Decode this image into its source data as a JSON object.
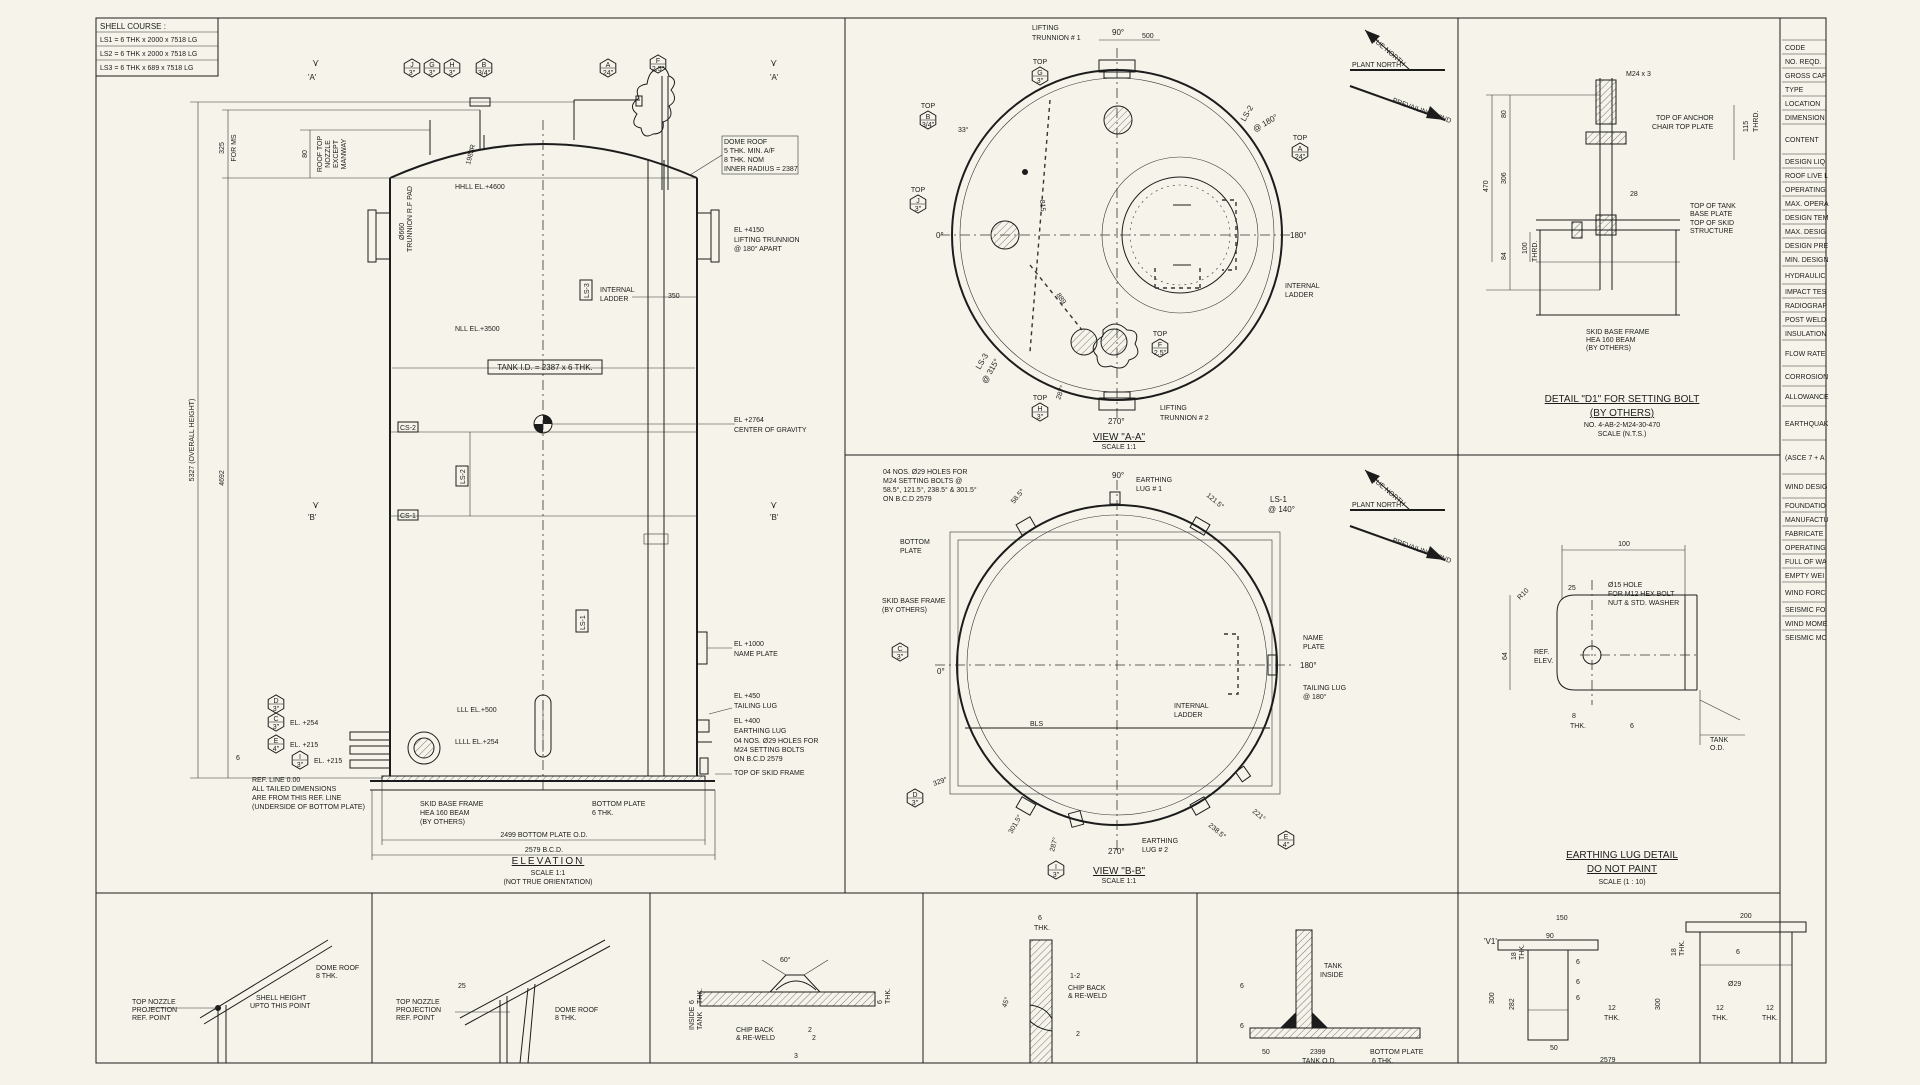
{
  "shell_course": {
    "title": "SHELL COURSE :",
    "rows": [
      "LS1 = 6 THK x 2000 x 7518 LG",
      "LS2 = 6 THK x 2000 x 7518 LG",
      "LS3 = 6 THK x 689 x 7518 LG"
    ]
  },
  "elevation": {
    "title": "ELEVATION",
    "scale": "SCALE 1:1",
    "note": "(NOT TRUE ORIENTATION)",
    "section_a": "'A'",
    "section_b": "'B'",
    "nozzle_tags": [
      "J\n3\"",
      "G\n3\"",
      "H\n3\"",
      "B\n3/4\"",
      "A\n24\"",
      "F\n2.5\""
    ],
    "dome_roof": [
      "DOME ROOF",
      "5 THK. MIN. A/F",
      "8 THK. NOM",
      "INNER RADIUS = 2387"
    ],
    "hhll": "HHLL EL.+4600",
    "nll": "NLL EL.+3500",
    "lll": "LLL EL.+500",
    "llll": "LLLL EL.+254",
    "tank_id": "TANK I.D. = 2387 x 6 THK.",
    "trunnion_left": "Ø660",
    "trunnion_left_sub": "TRUNNION R.F PAD",
    "lifting_trunnion": [
      "EL +4150",
      "LIFTING TRUNNION",
      "@ 180° APART"
    ],
    "internal_ladder": [
      "INTERNAL",
      "LADDER"
    ],
    "dim_350": "350",
    "cog": [
      "EL +2764",
      "CENTER OF GRAVITY"
    ],
    "name_plate": [
      "EL +1000",
      "NAME PLATE"
    ],
    "tailing_lug": [
      "EL +450",
      "TAILING LUG"
    ],
    "earthing_lug": [
      "EL +400",
      "EARTHING LUG"
    ],
    "holes_note": [
      "04 NOS. Ø29 HOLES FOR",
      "M24 SETTING BOLTS",
      "ON B.C.D 2579"
    ],
    "top_skid": "TOP OF SKID FRAME",
    "ref_line": [
      "REF. LINE 0.00",
      "ALL TAILED DIMENSIONS",
      "ARE FROM THIS REF. LINE",
      "(UNDERSIDE OF BOTTOM PLATE)"
    ],
    "skid_base": [
      "SKID BASE FRAME",
      "HEA 160 BEAM",
      "(BY OTHERS)"
    ],
    "bottom_plate": [
      "BOTTOM PLATE",
      "6 THK."
    ],
    "dim_bottom": "2499 BOTTOM PLATE O.D.",
    "dim_bcd": "2579 B.C.D.",
    "dim_overall": "5327 (OVERALL HEIGHT)",
    "dim_4692": "4692",
    "dim_325": "325",
    "dim_325_sub": "FOR MS",
    "dim_80": "80",
    "roof_top_note": [
      "ROOF TOP",
      "NOZZLE",
      "EXCEPT",
      "MANWAY"
    ],
    "roof_r": "1983R",
    "nozzle_left": [
      {
        "tag": "D\n3\"",
        "label": ""
      },
      {
        "tag": "C\n3\"",
        "label": "EL. +254"
      },
      {
        "tag": "E\n4\"",
        "label": "EL. +215"
      },
      {
        "tag": "I\n3\"",
        "label": "EL. +215"
      }
    ],
    "ls_tags": [
      "LS-3",
      "LS-2",
      "LS-1"
    ],
    "cs_tags": [
      "CS-2",
      "CS-1"
    ],
    "dim_6": "6"
  },
  "view_aa": {
    "title": "VIEW \"A-A\"",
    "scale": "SCALE 1:1",
    "lifting1": [
      "LIFTING",
      "TRUNNION # 1"
    ],
    "lifting2": [
      "LIFTING",
      "TRUNNION # 2"
    ],
    "deg_90": "90°",
    "deg_0": "0°",
    "deg_180": "180°",
    "deg_270": "270°",
    "dim_500": "500",
    "ls2": "LS-2",
    "ls2_deg": "@ 180°",
    "ls3": "LS-3",
    "ls3_deg": "@ 315°",
    "internal_ladder": [
      "INTERNAL",
      "LADDER"
    ],
    "plant_north": "PLANT NORTH",
    "true_north": "TRUE NORTH",
    "prevailing": "PREVAILING WIND",
    "tags": [
      {
        "t": "TOP",
        "n": "G\n3\""
      },
      {
        "t": "TOP",
        "n": "B\n3/4\""
      },
      {
        "t": "TOP",
        "n": "J\n3\""
      },
      {
        "t": "TOP",
        "n": "A\n24\""
      },
      {
        "t": "TOP",
        "n": "F\n2.5\""
      },
      {
        "t": "TOP",
        "n": "H\n3\""
      }
    ],
    "angle_33": "33°",
    "angle_287": "287°",
    "dim_815": "815",
    "dim_889": "889"
  },
  "view_bb": {
    "title": "VIEW \"B-B\"",
    "scale": "SCALE 1:1",
    "holes_note": [
      "04 NOS. Ø29 HOLES FOR",
      "M24 SETTING BOLTS @",
      "58.5°, 121.5°, 238.5° & 301.5°",
      "ON B.C.D 2579"
    ],
    "bottom_plate": [
      "BOTTOM",
      "PLATE"
    ],
    "skid_base": [
      "SKID BASE FRAME",
      "(BY OTHERS)"
    ],
    "earthing1": [
      "EARTHING",
      "LUG # 1"
    ],
    "earthing2": [
      "EARTHING",
      "LUG # 2"
    ],
    "ls1": "LS-1",
    "ls1_deg": "@ 140°",
    "name_plate": [
      "NAME",
      "PLATE"
    ],
    "tailing": [
      "TAILING LUG",
      "@ 180°"
    ],
    "internal_ladder": [
      "INTERNAL",
      "LADDER"
    ],
    "bls": "BLS",
    "deg_90": "90°",
    "deg_0": "0°",
    "deg_180": "180°",
    "deg_270": "270°",
    "angles": [
      "58.5°",
      "121.5°",
      "329°",
      "301.5°",
      "287°",
      "238.5°",
      "221°"
    ],
    "plant_north": "PLANT NORTH",
    "true_north": "TRUE NORTH",
    "prevailing": "PREVAILING WIND"
  },
  "detail_d1": {
    "title": "DETAIL \"D1\" FOR SETTING BOLT",
    "subtitle": "(BY OTHERS)",
    "no": "NO. 4-AB-2-M24-30-470",
    "scale": "SCALE (N.T.S.)",
    "m24": "M24 x 3",
    "anchor": [
      "TOP OF ANCHOR",
      "CHAIR TOP PLATE"
    ],
    "tank_base": [
      "TOP OF TANK",
      "BASE PLATE"
    ],
    "skid_top": [
      "TOP OF SKID",
      "STRUCTURE"
    ],
    "skid_base": [
      "SKID BASE FRAME",
      "HEA 160 BEAM",
      "(BY OTHERS)"
    ],
    "dims": [
      "80",
      "306",
      "84",
      "470",
      "100",
      "115",
      "THRD.",
      "28",
      "THRD."
    ]
  },
  "earthing_detail": {
    "title": "EARTHING LUG DETAIL",
    "subtitle": "DO NOT PAINT",
    "scale": "SCALE (1 : 10)",
    "dim_100": "100",
    "dim_25": "25",
    "hole": [
      "Ø15 HOLE",
      "FOR M12 HEX BOLT",
      "NUT & STD. WASHER"
    ],
    "r10": "R10",
    "ref": [
      "REF.",
      "ELEV."
    ],
    "dim_64": "64",
    "dim_8": "8",
    "thk": "THK.",
    "dim_6": "6",
    "tank_od": [
      "TANK",
      "O.D."
    ]
  },
  "datasheet": {
    "rows": [
      "CODE",
      "NO. REQD.",
      "GROSS CAP",
      "TYPE",
      "LOCATION",
      "DIMENSION",
      "CONTENT",
      "DESIGN LIQ",
      "ROOF LIVE L",
      "OPERATING",
      "MAX. OPERA",
      "DESIGN TEM",
      "MAX. DESIG",
      "DESIGN PRE",
      "MIN. DESIGN",
      "HYDRAULIC",
      "IMPACT TES",
      "RADIOGRAP",
      "POST WELD",
      "INSULATION",
      "FLOW RATE",
      "CORROSION",
      "ALLOWANCE",
      "EARTHQUAK",
      "(ASCE 7 + A",
      "WIND DESIG",
      "FOUNDATIO",
      "MANUFACTU",
      "FABRICATE",
      "OPERATING",
      "FULL OF WA",
      "EMPTY WEI",
      "WIND FORC",
      "SEISMIC FO",
      "WIND MOME",
      "SEISMIC MO"
    ]
  },
  "bottom_details": {
    "d1": [
      "TOP NOZZLE",
      "PROJECTION",
      "REF. POINT",
      "SHELL HEIGHT",
      "UPTO THIS POINT",
      "DOME ROOF",
      "8 THK."
    ],
    "d2": [
      "TOP NOZZLE",
      "PROJECTION",
      "REF. POINT",
      "25",
      "DOME ROOF",
      "8 THK."
    ],
    "d3": [
      "60°",
      "CHIP BACK",
      "& RE-WELD",
      "INSIDE",
      "TANK",
      "6",
      "THK.",
      "6",
      "THK.",
      "2",
      "2",
      "3"
    ],
    "d4": [
      "6",
      "THK.",
      "1-2",
      "CHIP BACK",
      "& RE-WELD",
      "45°",
      "2"
    ],
    "d5": [
      "TANK",
      "INSIDE",
      "6",
      "6",
      "50",
      "2399",
      "TANK O.D.",
      "BOTTOM PLATE",
      "6 THK."
    ],
    "d6": [
      "'V1'",
      "150",
      "90",
      "18",
      "THK.",
      "300",
      "282",
      "6",
      "6",
      "6",
      "50",
      "12",
      "THK.",
      "200",
      "18",
      "THK.",
      "6",
      "Ø29",
      "300",
      "12",
      "THK.",
      "12",
      "THK.",
      "2579"
    ]
  }
}
